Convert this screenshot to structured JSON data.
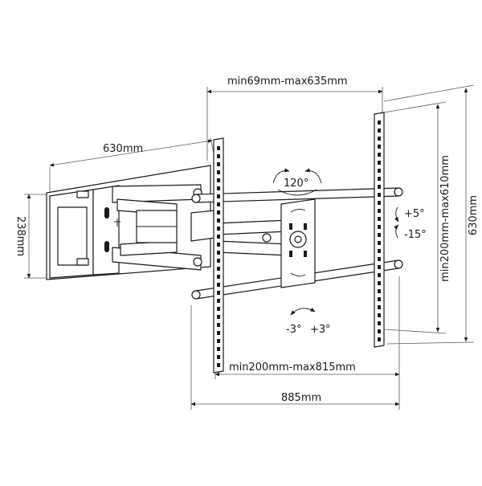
{
  "dimensions": {
    "top_span": "min69mm-max635mm",
    "arm_depth": "630mm",
    "plate_height": "238mm",
    "vertical_range": "min200mm-max610mm",
    "overall_height": "630mm",
    "horizontal_range": "min200mm-max815mm",
    "overall_width": "885mm"
  },
  "rotation": {
    "swivel": "120°",
    "tilt_up": "+5°",
    "tilt_down": "-15°",
    "level_left": "-3°",
    "level_right": "+3°"
  }
}
